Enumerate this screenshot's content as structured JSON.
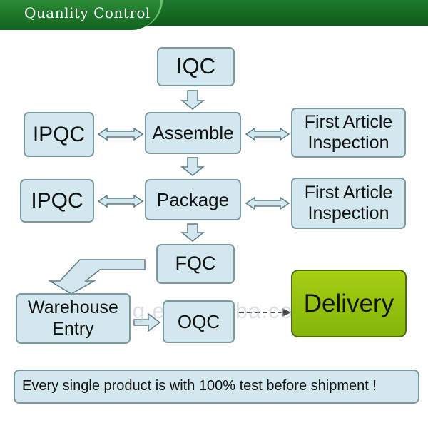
{
  "header": {
    "title": "Quanlity Control"
  },
  "boxes": {
    "iqc": "IQC",
    "assemble": "Assemble",
    "ipqc_top": "IPQC",
    "first_article_top": "First Article Inspection",
    "package": "Package",
    "ipqc_bottom": "IPQC",
    "first_article_bottom": "First Article Inspection",
    "fqc": "FQC",
    "warehouse_entry": "Warehouse Entry",
    "oqc": "OQC",
    "delivery": "Delivery"
  },
  "note": "Every single product is with 100% test before shipment !",
  "watermark": "joykang.en.alibaba.com",
  "colors": {
    "box_fill": "#d3e8ee",
    "box_border": "#7a9aa0",
    "delivery_fill": "#96c30e",
    "header_green": "#1a6f28"
  }
}
